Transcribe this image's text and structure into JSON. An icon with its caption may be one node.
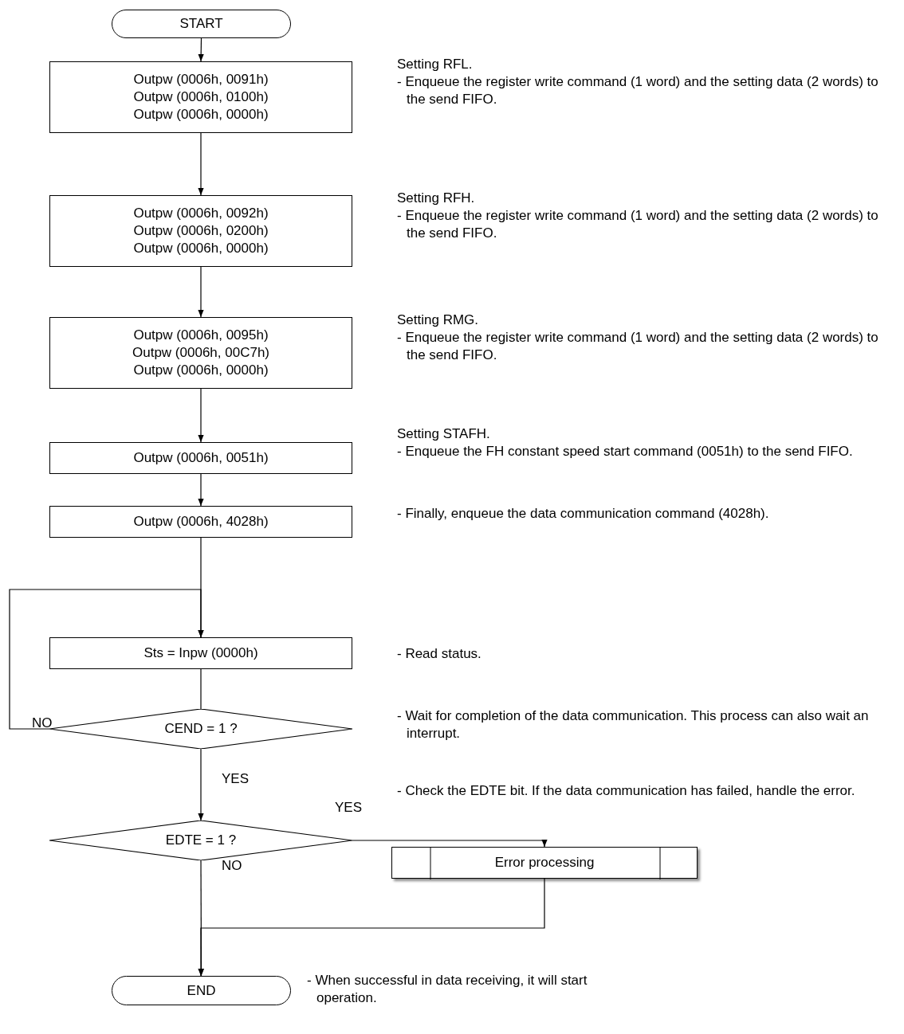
{
  "diagram": {
    "nodes": [
      {
        "text": [
          "START"
        ]
      },
      {
        "text": [
          "Outpw (0006h, 0091h)",
          "Outpw (0006h, 0100h)",
          "Outpw (0006h, 0000h)"
        ],
        "beside": [
          "Setting RFL.",
          "- Enqueue the register write command (1 word) and the setting data (2 words) to the send FIFO."
        ]
      },
      {
        "text": [
          "Outpw (0006h, 0092h)",
          "Outpw (0006h, 0200h)",
          "Outpw (0006h, 0000h)"
        ],
        "beside": [
          "Setting RFH.",
          "- Enqueue the register write command (1 word) and the setting data (2 words) to the send FIFO."
        ]
      },
      {
        "text": [
          "Outpw (0006h, 0095h)",
          "Outpw (0006h, 00C7h)",
          "Outpw (0006h, 0000h)"
        ],
        "beside": [
          "Setting RMG.",
          "- Enqueue the register write command (1 word) and the setting data (2 words) to the send FIFO."
        ]
      },
      {
        "text": [
          "Outpw (0006h, 0051h)"
        ],
        "beside": [
          "Setting STAFH.",
          "- Enqueue the FH constant speed start command (0051h) to the send FIFO."
        ]
      },
      {
        "text": [
          "Outpw (0006h, 4028h)"
        ],
        "beside": [
          "- Finally, enqueue the data communication command (4028h)."
        ]
      },
      {
        "text": [
          "Sts = Inpw (0000h)"
        ],
        "beside": [
          "- Read status."
        ]
      },
      {
        "text": [
          "CEND = 1 ?"
        ],
        "beside": [
          "- Wait for completion of the data communication. This process can also wait an interrupt."
        ]
      },
      {
        "text": [
          "EDTE = 1 ?"
        ],
        "beside": [
          "- Check the EDTE bit. If the data communication has failed, handle the error."
        ]
      },
      {
        "text": [
          "Error processing"
        ]
      },
      {
        "text": [
          "END"
        ],
        "beside": [
          "- When successful in data receiving, it will start operation."
        ]
      }
    ],
    "edges": [
      {
        "from": 0,
        "to": 1,
        "arrow": "to"
      },
      {
        "from": 1,
        "to": 2,
        "arrow": "to"
      },
      {
        "from": 2,
        "to": 3,
        "arrow": "to"
      },
      {
        "from": 3,
        "to": 4,
        "arrow": "to"
      },
      {
        "from": 4,
        "to": 5,
        "arrow": "to"
      },
      {
        "from": 5,
        "to": 6,
        "arrow": "to"
      },
      {
        "from": 6,
        "to": 7,
        "arrow": "none"
      },
      {
        "from": 7,
        "to": 6,
        "arrow": "to",
        "label": "NO"
      },
      {
        "from": 7,
        "to": 8,
        "arrow": "to",
        "label": "YES"
      },
      {
        "from": 8,
        "to": 9,
        "arrow": "to",
        "label": "YES"
      },
      {
        "from": 8,
        "to": 10,
        "arrow": "to",
        "label": "NO"
      },
      {
        "from": 9,
        "to": 10,
        "arrow": "to"
      }
    ]
  }
}
